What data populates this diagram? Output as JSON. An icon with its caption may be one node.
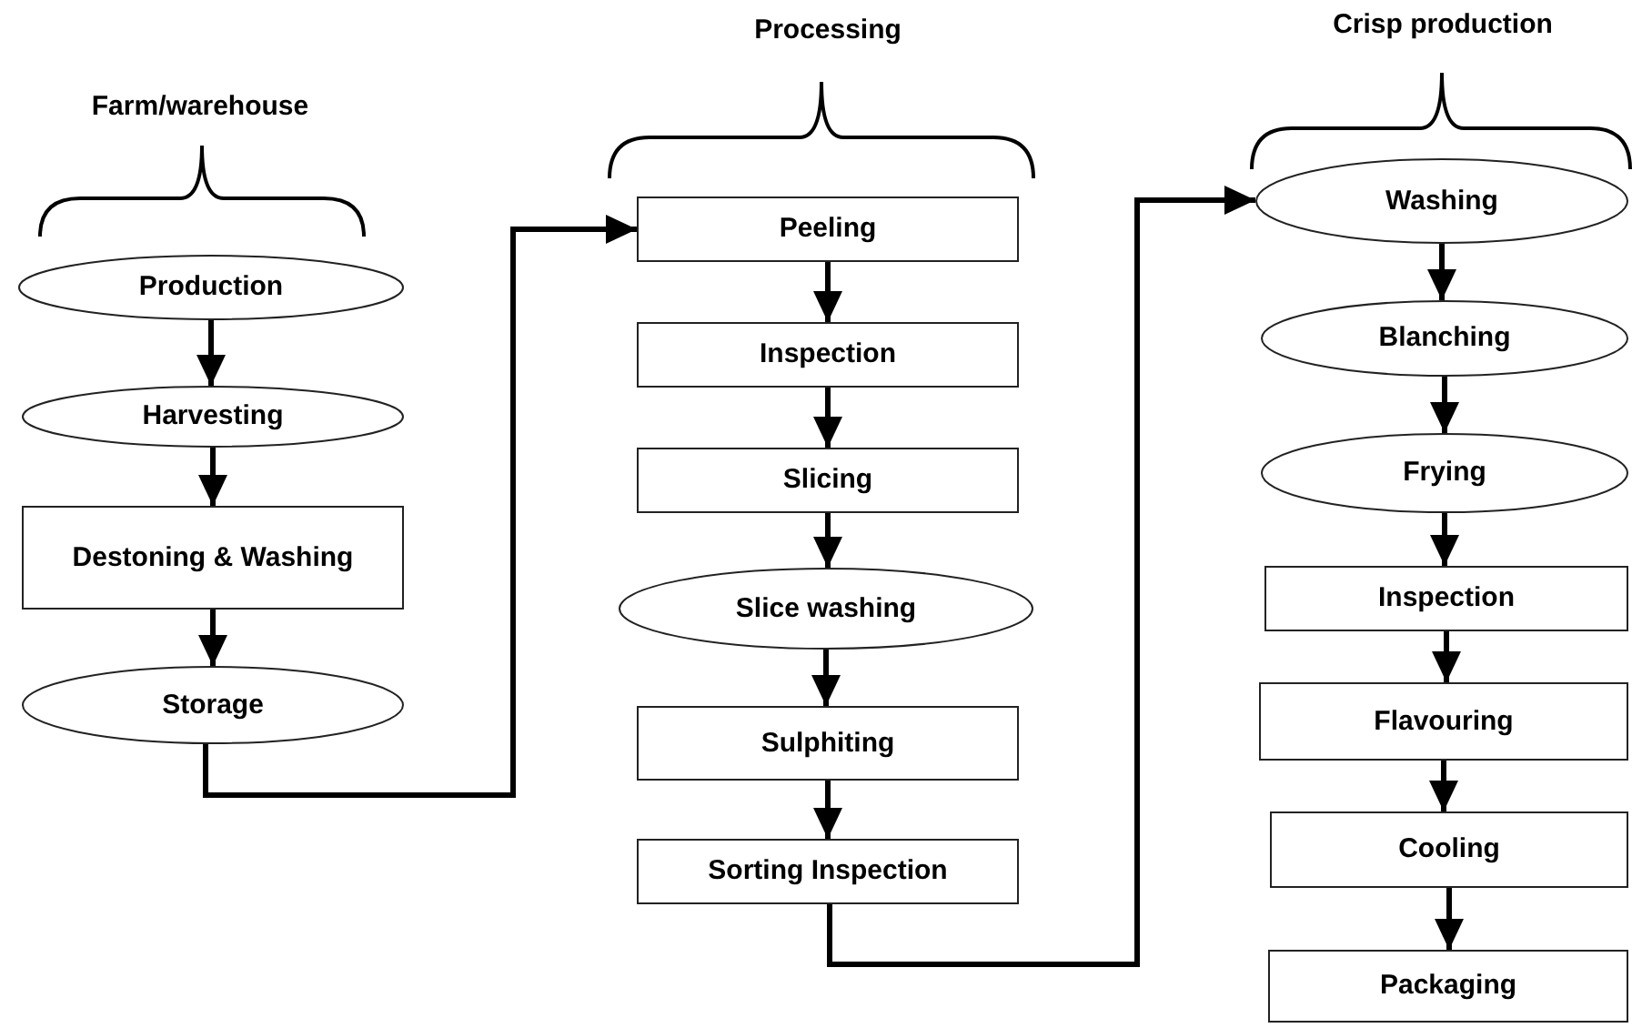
{
  "diagram": {
    "nodes": [
      {
        "text": [
          "Production"
        ]
      },
      {
        "text": [
          "Harvesting"
        ]
      },
      {
        "text": [
          "Destoning & Washing"
        ]
      },
      {
        "text": [
          "Storage"
        ]
      },
      {
        "text": [
          "Peeling"
        ]
      },
      {
        "text": [
          "Inspection"
        ]
      },
      {
        "text": [
          "Slicing"
        ]
      },
      {
        "text": [
          "Slice washing"
        ]
      },
      {
        "text": [
          "Sulphiting"
        ]
      },
      {
        "text": [
          "Sorting Inspection"
        ]
      },
      {
        "text": [
          "Washing"
        ]
      },
      {
        "text": [
          "Blanching"
        ]
      },
      {
        "text": [
          "Frying"
        ]
      },
      {
        "text": [
          "Inspection"
        ]
      },
      {
        "text": [
          "Flavouring"
        ]
      },
      {
        "text": [
          "Cooling"
        ]
      },
      {
        "text": [
          "Packaging"
        ]
      }
    ],
    "edges": [
      {
        "from": 0,
        "to": 1,
        "arrow": "to"
      },
      {
        "from": 1,
        "to": 2,
        "arrow": "to"
      },
      {
        "from": 2,
        "to": 3,
        "arrow": "to"
      },
      {
        "from": 3,
        "to": 4,
        "arrow": "to"
      },
      {
        "from": 4,
        "to": 5,
        "arrow": "to"
      },
      {
        "from": 5,
        "to": 6,
        "arrow": "to"
      },
      {
        "from": 6,
        "to": 7,
        "arrow": "to"
      },
      {
        "from": 7,
        "to": 8,
        "arrow": "to"
      },
      {
        "from": 8,
        "to": 9,
        "arrow": "to"
      },
      {
        "from": 9,
        "to": 10,
        "arrow": "to"
      },
      {
        "from": 10,
        "to": 11,
        "arrow": "to"
      },
      {
        "from": 11,
        "to": 12,
        "arrow": "to"
      },
      {
        "from": 12,
        "to": 13,
        "arrow": "to"
      },
      {
        "from": 13,
        "to": 14,
        "arrow": "to"
      },
      {
        "from": 14,
        "to": 15,
        "arrow": "to"
      },
      {
        "from": 15,
        "to": 16,
        "arrow": "to"
      }
    ],
    "labels": [
      "Farm/warehouse",
      "Processing",
      "Crisp production"
    ]
  }
}
